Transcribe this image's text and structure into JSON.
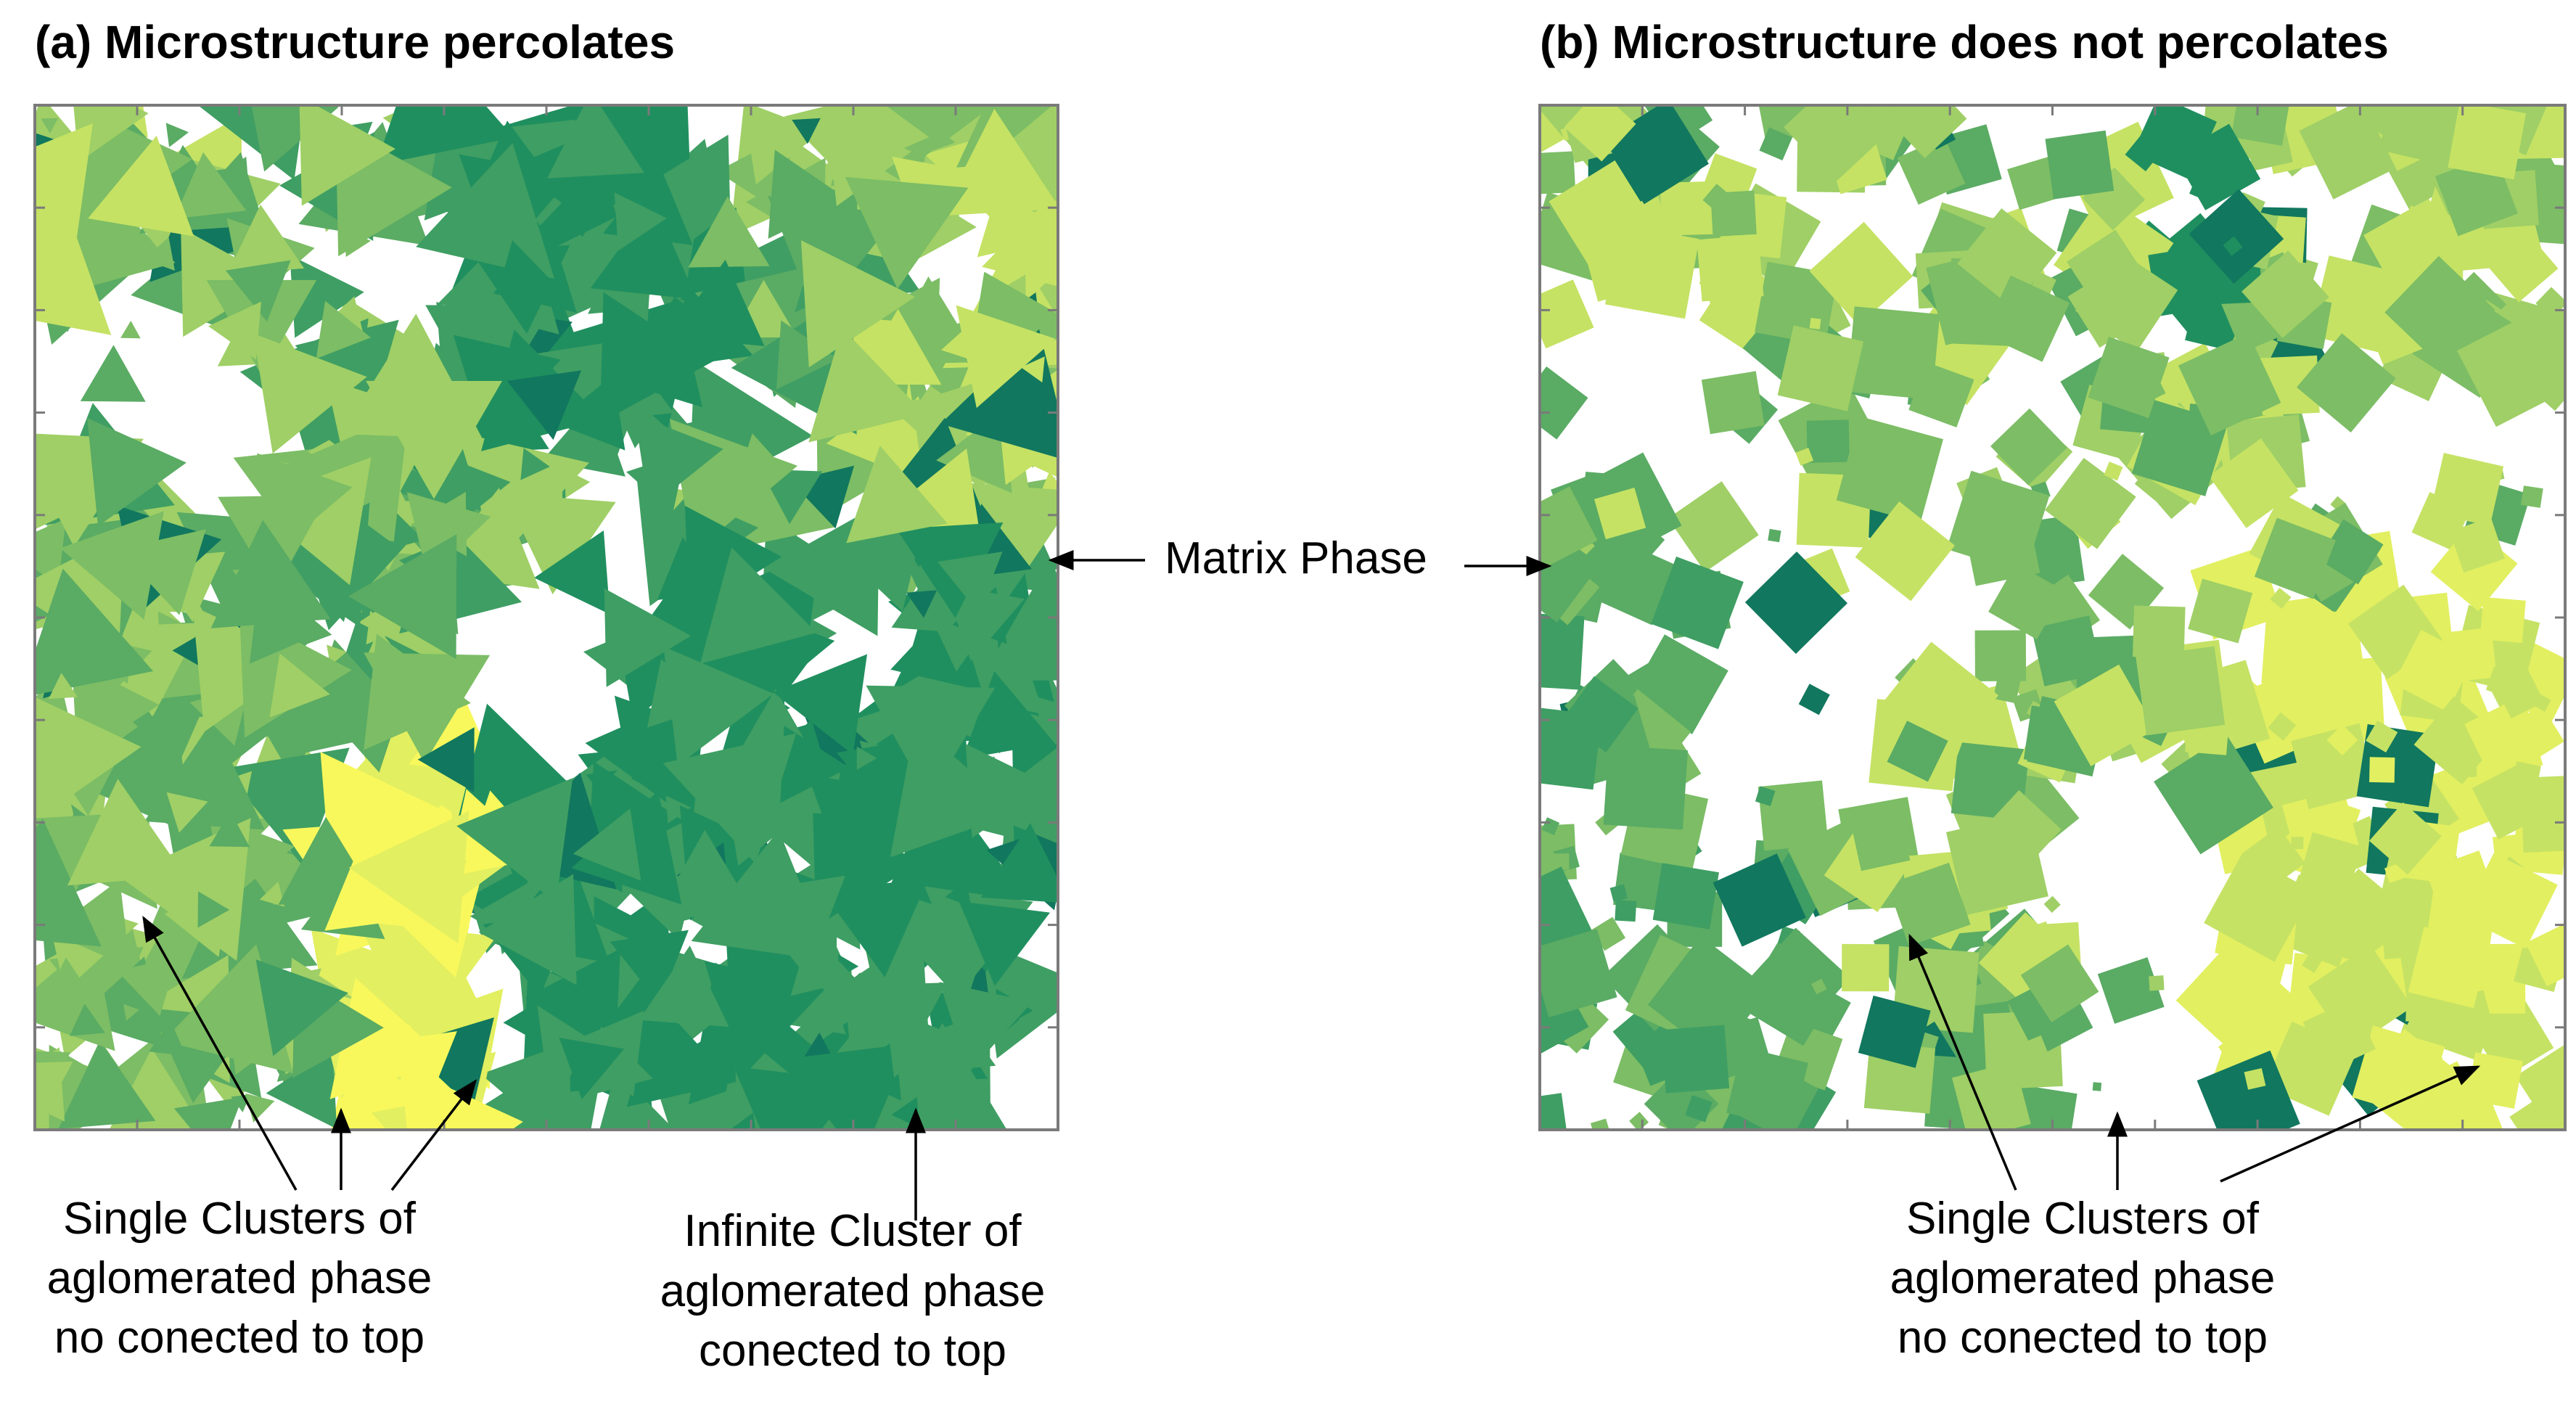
{
  "panel_a": {
    "title": "(a) Microstructure percolates",
    "shape": "triangle",
    "label_bottom_left": [
      "Single Clusters of",
      "aglomerated phase",
      "no conected to top"
    ],
    "label_bottom_right": [
      "Infinite Cluster of",
      "aglomerated phase",
      "conected to top"
    ]
  },
  "panel_b": {
    "title": "(b) Microstructure does not  percolates",
    "shape": "square",
    "label_bottom": [
      "Single Clusters of",
      "aglomerated phase",
      "no conected to top"
    ]
  },
  "matrix_label": "Matrix Phase",
  "colors": {
    "palette": [
      "#208f5f",
      "#3f9e63",
      "#5aab64",
      "#7cbd65",
      "#9fcf66",
      "#c5e264",
      "#e2ef60",
      "#f8f85c"
    ],
    "dark_accent": "#11775e",
    "frame": "#7a7a7a"
  }
}
